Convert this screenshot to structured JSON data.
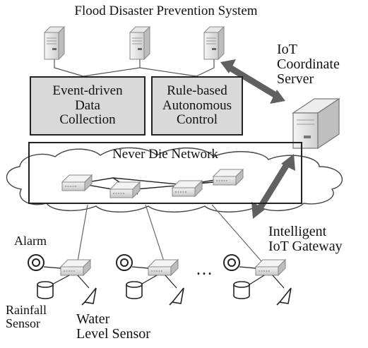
{
  "title": "Flood Disaster Prevention System",
  "boxes": {
    "event_driven": "Event-driven\nData\nCollection",
    "rule_based": "Rule-based\nAutonomous\nControl",
    "never_die": "Never Die Network"
  },
  "labels": {
    "iot_coordinate_server": "IoT\nCoordinate\nServer",
    "intelligent_gateway": "Intelligent\nIoT Gateway",
    "alarm": "Alarm",
    "rainfall_sensor": "Rainfall\nSensor",
    "water_level_sensor": "Water\nLevel Sensor",
    "ellipsis": "…"
  },
  "colors": {
    "box_fill": "#d9d9d9",
    "arrow": "#606060",
    "line": "#555555"
  }
}
